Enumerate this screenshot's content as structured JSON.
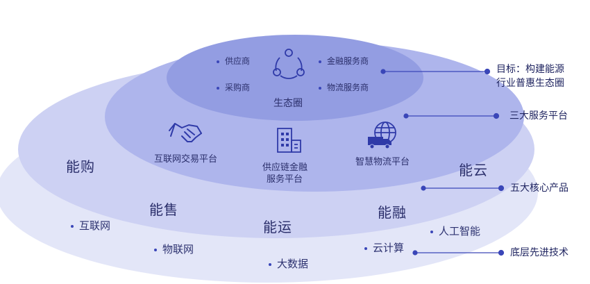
{
  "eco": {
    "title": "生态圈",
    "items": [
      "供应商",
      "采购商",
      "金融服务商",
      "物流服务商"
    ]
  },
  "platforms": {
    "trade": "互联网交易平台",
    "finance_line1": "供应链金融",
    "finance_line2": "服务平台",
    "logistics": "智慧物流平台"
  },
  "products": [
    "能购",
    "能售",
    "能运",
    "能融",
    "能云"
  ],
  "tech": [
    "互联网",
    "物联网",
    "大数据",
    "云计算",
    "人工智能"
  ],
  "right_labels": {
    "goal_line1": "目标：构建能源",
    "goal_line2": "行业普惠生态圈",
    "services": "三大服务平台",
    "products": "五大核心产品",
    "tech": "底层先进技术"
  },
  "colors": {
    "ring_outer": "#e3e6f8",
    "ring_2": "#c8cdf1",
    "ring_3": "#aab2ea",
    "ring_inner": "#8f99e0",
    "accent": "#3a46b8",
    "icon": "#2f3aa8"
  }
}
